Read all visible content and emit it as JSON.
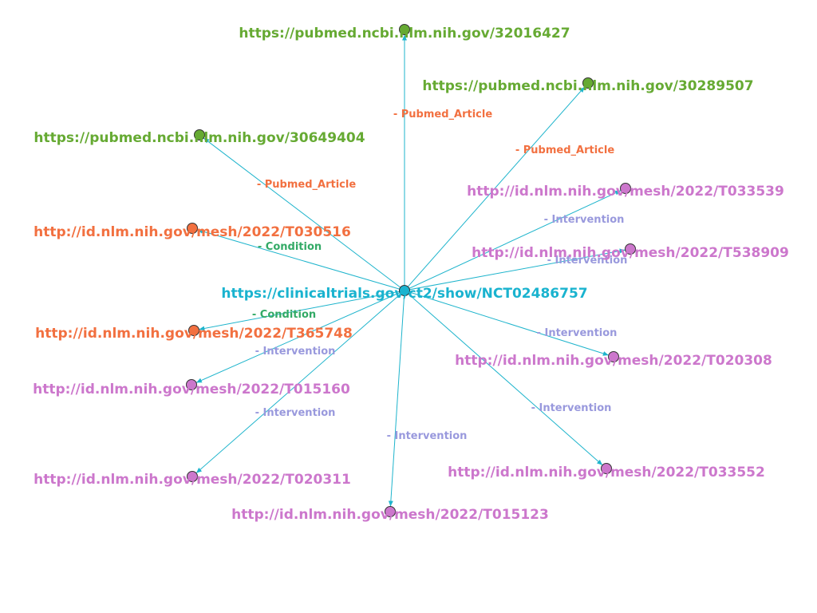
{
  "colors": {
    "edge": "#1eb4cc",
    "trial": "#1ab3cf",
    "pubmed": "#66aa33",
    "condition": "#f27040",
    "intervention": "#cc77cc",
    "condition_edge_label": "#33aa66",
    "intervention_edge_label": "#9999dd",
    "pubmed_edge_label": "#f27040"
  },
  "center": {
    "label": "https://clinicaltrials.gov/ct2/show/NCT02486757"
  },
  "nodes": [
    {
      "label": "https://pubmed.ncbi.nlm.nih.gov/32016427",
      "kind": "pubmed",
      "edge_label": "- Pubmed_Article"
    },
    {
      "label": "https://pubmed.ncbi.nlm.nih.gov/30289507",
      "kind": "pubmed",
      "edge_label": "- Pubmed_Article"
    },
    {
      "label": "https://pubmed.ncbi.nlm.nih.gov/30649404",
      "kind": "pubmed",
      "edge_label": "- Pubmed_Article"
    },
    {
      "label": "http://id.nlm.nih.gov/mesh/2022/T033539",
      "kind": "intervention",
      "edge_label": "- Intervention"
    },
    {
      "label": "http://id.nlm.nih.gov/mesh/2022/T030516",
      "kind": "condition",
      "edge_label": "- Condition"
    },
    {
      "label": "http://id.nlm.nih.gov/mesh/2022/T538909",
      "kind": "intervention",
      "edge_label": "- Intervention"
    },
    {
      "label": "http://id.nlm.nih.gov/mesh/2022/T365748",
      "kind": "condition",
      "edge_label": "- Condition"
    },
    {
      "label": "http://id.nlm.nih.gov/mesh/2022/T020308",
      "kind": "intervention",
      "edge_label": "- Intervention"
    },
    {
      "label": "http://id.nlm.nih.gov/mesh/2022/T015160",
      "kind": "intervention",
      "edge_label": "- Intervention"
    },
    {
      "label": "http://id.nlm.nih.gov/mesh/2022/T033552",
      "kind": "intervention",
      "edge_label": "- Intervention"
    },
    {
      "label": "http://id.nlm.nih.gov/mesh/2022/T020311",
      "kind": "intervention",
      "edge_label": "- Intervention"
    },
    {
      "label": "http://id.nlm.nih.gov/mesh/2022/T015123",
      "kind": "intervention",
      "edge_label": "- Intervention"
    }
  ]
}
